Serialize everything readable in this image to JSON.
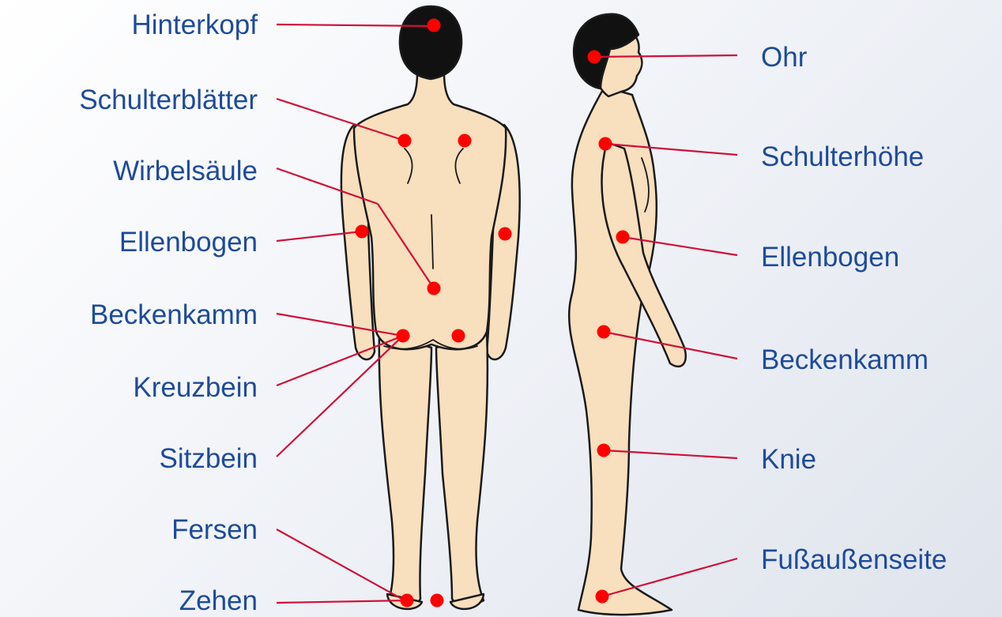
{
  "colors": {
    "label": "#1e4b9a",
    "marker": "#ff0000",
    "line": "#d0103a",
    "skin": "#f8dfbd",
    "outline": "#1a1a1a",
    "hair": "#111111"
  },
  "figures": {
    "back": {
      "view": "back",
      "icon": "human-back-view"
    },
    "side": {
      "view": "side",
      "icon": "human-side-view"
    }
  },
  "labels": {
    "left": [
      {
        "id": "hinterkopf",
        "text": "Hinterkopf"
      },
      {
        "id": "schulterblaetter",
        "text": "Schulterblätter"
      },
      {
        "id": "wirbelsaeule",
        "text": "Wirbelsäule"
      },
      {
        "id": "ellenbogen-back",
        "text": "Ellenbogen"
      },
      {
        "id": "beckenkamm-back",
        "text": "Beckenkamm"
      },
      {
        "id": "kreuzbein",
        "text": "Kreuzbein"
      },
      {
        "id": "sitzbein",
        "text": "Sitzbein"
      },
      {
        "id": "fersen",
        "text": "Fersen"
      },
      {
        "id": "zehen",
        "text": "Zehen"
      }
    ],
    "right": [
      {
        "id": "ohr",
        "text": "Ohr"
      },
      {
        "id": "schulterhoehe",
        "text": "Schulterhöhe"
      },
      {
        "id": "ellenbogen-side",
        "text": "Ellenbogen"
      },
      {
        "id": "beckenkamm-side",
        "text": "Beckenkamm"
      },
      {
        "id": "knie",
        "text": "Knie"
      },
      {
        "id": "fussaussenseite",
        "text": "Fußaußenseite"
      }
    ]
  }
}
